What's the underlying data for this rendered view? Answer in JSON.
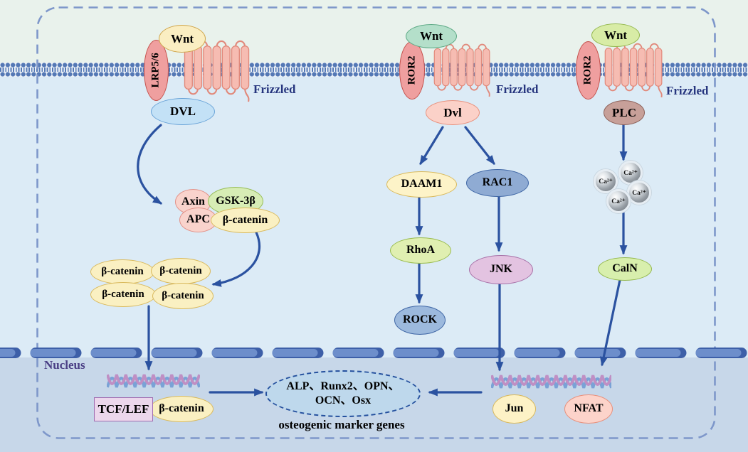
{
  "membrane": {
    "frizzled_left": "Frizzled",
    "frizzled_middle": "Frizzled",
    "frizzled_right": "Frizzled"
  },
  "canonical": {
    "wnt": "Wnt",
    "coreceptor": "LRP5/6",
    "dvl": "DVL",
    "axin": "Axin",
    "gsk3b": "GSK-3β",
    "apc": "APC",
    "bcatenin": "β-catenin",
    "cluster": [
      "β-catenin",
      "β-catenin",
      "β-catenin",
      "β-catenin"
    ],
    "tcf_lef": "TCF/LEF",
    "bcatenin_nuclear": "β-catenin"
  },
  "pcp": {
    "wnt": "Wnt",
    "coreceptor": "ROR2",
    "dvl": "Dvl",
    "daam1": "DAAM1",
    "rac1": "RAC1",
    "rhoa": "RhoA",
    "rock": "ROCK",
    "jnk": "JNK",
    "jun": "Jun"
  },
  "calcium": {
    "wnt": "Wnt",
    "coreceptor": "ROR2",
    "plc": "PLC",
    "ion": "Ca²⁺",
    "caln": "CalN",
    "nfat": "NFAT"
  },
  "nucleus": {
    "label": "Nucleus",
    "genes_line1": "ALP、Runx2、OPN、",
    "genes_line2": "OCN、Osx",
    "caption": "osteogenic marker genes"
  },
  "colors": {
    "arrow": "#2b52a0",
    "extracellular_bg": "#e9f2ec",
    "cytoplasm_bg": "#dcebf6",
    "nucleus_bg": "#c7d7e9",
    "membrane_dots": "#5478b5",
    "cell_border": "#7e97ca",
    "nuclear_envelope": "#5d80c1",
    "frizzled_fill": "#f6bcb2",
    "bcatenin_fill": "#faf0c2",
    "dna_blue": "#7aa2d6",
    "dna_pink": "#bf8fc4"
  }
}
